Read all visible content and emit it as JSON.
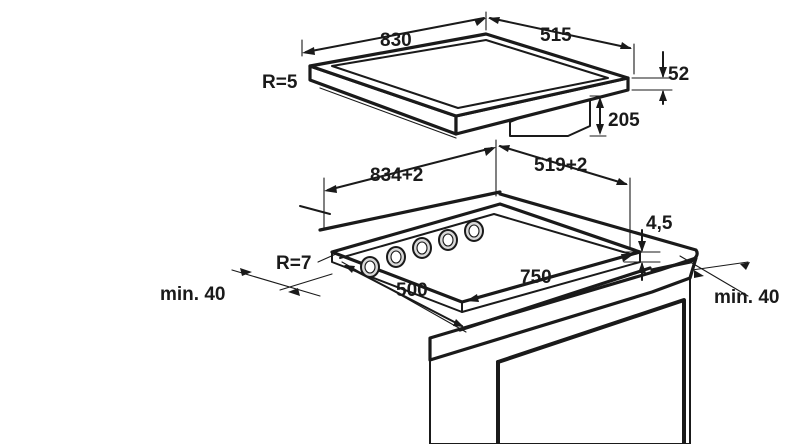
{
  "hob": {
    "width_label": "830",
    "depth_label": "515",
    "thickness_label": "52",
    "below_depth_label": "205",
    "corner_radius_label": "R=5"
  },
  "cutout": {
    "width_label": "834+2",
    "depth_label": "519+2",
    "corner_radius_label": "R=7",
    "surface_offset_label": "4,5",
    "inner_depth_label": "500",
    "inner_width_label": "750"
  },
  "clearances": {
    "left_label": "min. 40",
    "right_label": "min. 40"
  }
}
